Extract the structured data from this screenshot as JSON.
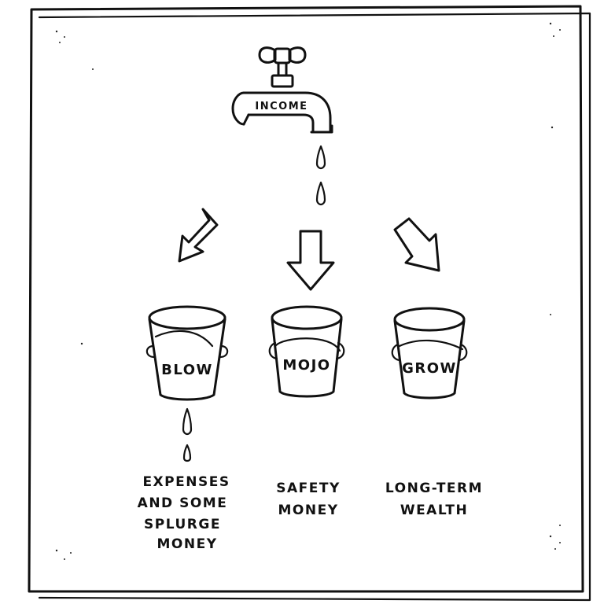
{
  "faucet": {
    "label": "INCOME"
  },
  "buckets": [
    {
      "label": "BLOW",
      "caption_lines": [
        "EXPENSES",
        "AND SOME",
        "SPLURGE",
        "MONEY"
      ]
    },
    {
      "label": "MOJO",
      "caption_lines": [
        "SAFETY",
        "MONEY"
      ]
    },
    {
      "label": "GROW",
      "caption_lines": [
        "LONG-TERM",
        "WEALTH"
      ]
    }
  ],
  "colors": {
    "ink": "#111111",
    "paper": "#ffffff"
  },
  "icons": [
    "faucet-icon",
    "drop-icon",
    "arrow-icon",
    "bucket-icon"
  ]
}
